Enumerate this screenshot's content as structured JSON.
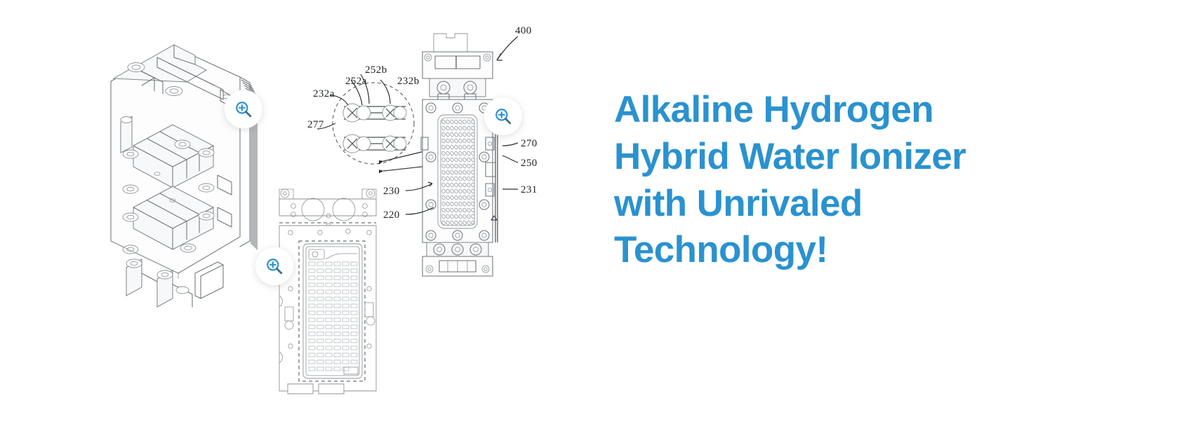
{
  "page": {
    "background_color": "#ffffff",
    "accent_color": "#2a92cf",
    "line_art_color": "#6e7479"
  },
  "headline": {
    "text": "Alkaline Hydrogen Hybrid Water Ionizer with Unrivaled Technology!",
    "lines": [
      "Alkaline Hydrogen",
      "Hybrid Water Ionizer",
      "with Unrivaled",
      "Technology!"
    ],
    "color": "#2a92cf"
  },
  "figures": {
    "exploded_iso": {
      "name": "isometric-assembly-drawing",
      "zoom_badge_label": "zoom-in"
    },
    "detail_callout": {
      "name": "detail-circle-callout",
      "reference_numbers": [
        "232a",
        "252a",
        "252b",
        "232b",
        "277"
      ]
    },
    "front_view": {
      "name": "front-plan-drawing",
      "reference_numbers": [
        "400",
        "270",
        "250",
        "231",
        "230",
        "220"
      ],
      "zoom_badge_label": "zoom-in"
    },
    "bottom_plate": {
      "name": "bottom-plate-drawing",
      "zoom_badge_label": "zoom-in"
    }
  },
  "reference_labels": {
    "n400": "400",
    "n270": "270",
    "n250": "250",
    "n231": "231",
    "n230": "230",
    "n220": "220",
    "n232a": "232a",
    "n232b": "232b",
    "n252a": "252a",
    "n252b": "252b",
    "n277": "277"
  },
  "icons": {
    "zoom_in": "magnifier-plus-icon"
  }
}
